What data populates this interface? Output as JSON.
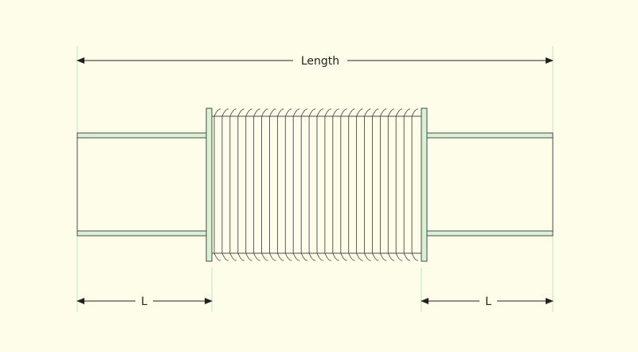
{
  "dimensions": {
    "overall_length_label": "Length",
    "left_end_label": "L",
    "right_end_label": "L"
  },
  "style": {
    "background": "#fdfde9",
    "line_color": "#4a4a4a",
    "pipe_wall_fill": "#d9f2d4",
    "extension_line_color": "#b9e6c8"
  },
  "bellows": {
    "convolution_count": 26
  }
}
